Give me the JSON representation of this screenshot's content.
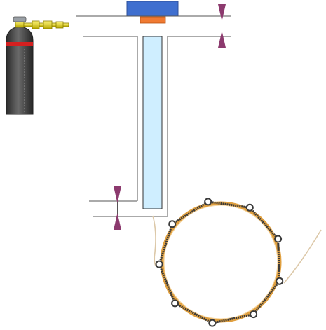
{
  "diagram": {
    "components": [
      {
        "name": "gas-cylinder",
        "label": ""
      },
      {
        "name": "pressure-regulator",
        "label": ""
      },
      {
        "name": "top-cap-block",
        "label": ""
      },
      {
        "name": "top-cap-seal",
        "label": ""
      },
      {
        "name": "gas-inlet-line",
        "label": ""
      },
      {
        "name": "top-valve",
        "label": ""
      },
      {
        "name": "vertical-chamber",
        "label": ""
      },
      {
        "name": "bottom-valve",
        "label": ""
      },
      {
        "name": "bottom-line",
        "label": ""
      },
      {
        "name": "ring-of-loops",
        "label": ""
      },
      {
        "name": "optical-fiber",
        "label": ""
      }
    ],
    "colors": {
      "cylinder_body": "#4a4a4a",
      "cylinder_band": "#d42020",
      "regulator": "#e6e020",
      "cap_block": "#3f6fcf",
      "cap_seal": "#f07a32",
      "chamber_fill": "#cfeeff",
      "valve": "#8c3a6e",
      "ring": "#e0a040",
      "chain": "#3a3a3a",
      "fiber": "#dcc8a8"
    },
    "ring": {
      "loop_count": 9
    }
  }
}
